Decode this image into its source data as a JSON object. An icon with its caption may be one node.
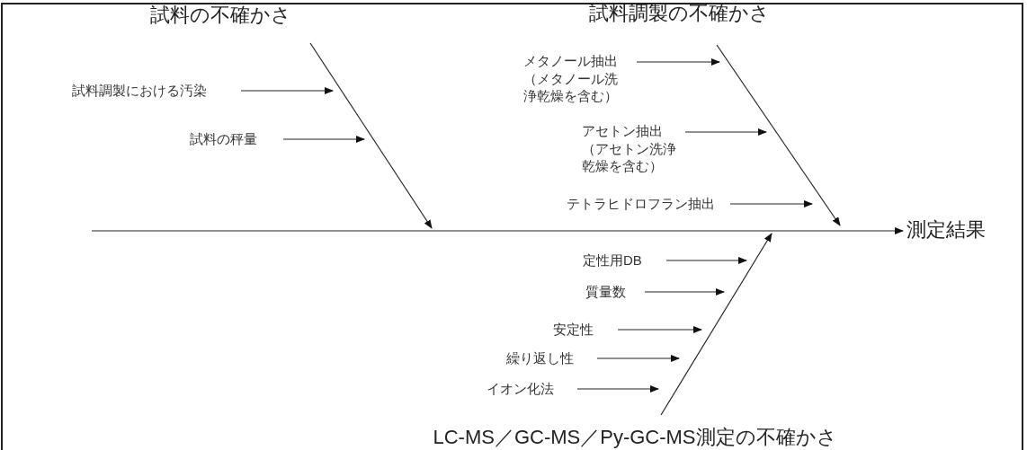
{
  "diagram": {
    "nodes": [
      {
        "text": [
          "試料の不確かさ"
        ]
      },
      {
        "text": [
          "試料調製における汚染"
        ]
      },
      {
        "text": [
          "試料の秤量"
        ]
      },
      {
        "text": [
          "試料調製の不確かさ"
        ]
      },
      {
        "text": [
          "メタノール抽出（メタノール洗浄乾燥を含む）"
        ]
      },
      {
        "text": [
          "アセトン抽出（アセトン洗浄乾燥を含む）"
        ]
      },
      {
        "text": [
          "テトラヒドロフラン抽出"
        ]
      },
      {
        "text": [
          "測定結果"
        ]
      },
      {
        "text": [
          "定性用DB"
        ]
      },
      {
        "text": [
          "質量数"
        ]
      },
      {
        "text": [
          "安定性"
        ]
      },
      {
        "text": [
          "繰り返し性"
        ]
      },
      {
        "text": [
          "イオン化法"
        ]
      },
      {
        "text": [
          "LC-MS／GC-MS／Py-GC-MS測定の不確かさ"
        ]
      }
    ],
    "edges": [
      {
        "from": 0,
        "to": null,
        "arrow": "to"
      },
      {
        "from": 1,
        "to": null,
        "arrow": "to"
      },
      {
        "from": 2,
        "to": null,
        "arrow": "to"
      },
      {
        "from": 3,
        "to": null,
        "arrow": "to"
      },
      {
        "from": 4,
        "to": null,
        "arrow": "to"
      },
      {
        "from": 5,
        "to": null,
        "arrow": "to"
      },
      {
        "from": 6,
        "to": null,
        "arrow": "to"
      },
      {
        "from": null,
        "to": 7,
        "arrow": "to"
      },
      {
        "from": 13,
        "to": null,
        "arrow": "to"
      },
      {
        "from": 8,
        "to": null,
        "arrow": "to"
      },
      {
        "from": 9,
        "to": null,
        "arrow": "to"
      },
      {
        "from": 10,
        "to": null,
        "arrow": "to"
      },
      {
        "from": 11,
        "to": null,
        "arrow": "to"
      },
      {
        "from": 12,
        "to": null,
        "arrow": "to"
      }
    ]
  }
}
